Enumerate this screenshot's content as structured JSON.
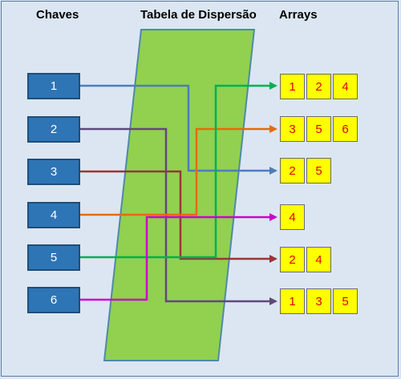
{
  "headings": {
    "keys": "Chaves",
    "table": "Tabela de Dispersão",
    "arrays": "Arrays"
  },
  "keys": [
    "1",
    "2",
    "3",
    "4",
    "5",
    "6"
  ],
  "arrays": [
    [
      "1",
      "2",
      "4"
    ],
    [
      "3",
      "5",
      "6"
    ],
    [
      "2",
      "5"
    ],
    [
      "4"
    ],
    [
      "2",
      "4"
    ],
    [
      "1",
      "3",
      "5"
    ]
  ],
  "colors": {
    "background": "#dce6f2",
    "table_fill": "#92d050",
    "key_fill": "#2e75b6",
    "cell_fill": "#ffff00",
    "cell_text": "#e00000",
    "link_1": "#4a7ebb",
    "link_2": "#60497a",
    "link_3": "#953735",
    "link_4": "#e46c0a",
    "link_5": "#00b050",
    "link_6": "#cc00cc"
  },
  "links": [
    {
      "from_key": "1",
      "to_array": 3
    },
    {
      "from_key": "2",
      "to_array": 6
    },
    {
      "from_key": "3",
      "to_array": 5
    },
    {
      "from_key": "4",
      "to_array": 2
    },
    {
      "from_key": "5",
      "to_array": 1
    },
    {
      "from_key": "6",
      "to_array": 4
    }
  ]
}
